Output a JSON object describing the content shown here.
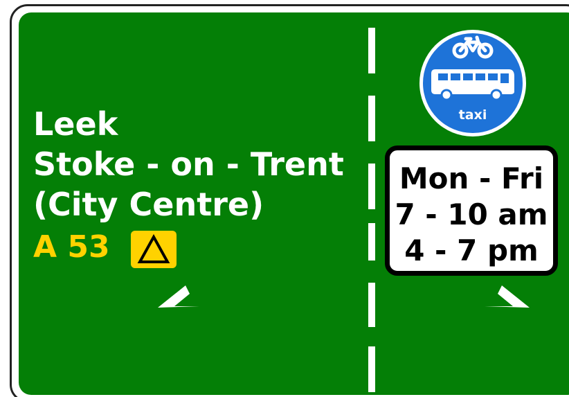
{
  "sign": {
    "destinations": [
      "Leek",
      "Stoke - on - Trent",
      "(City Centre)"
    ],
    "route": "A 53",
    "route_symbol": "triangle-warning-icon",
    "lane_symbols": [
      "bicycle-icon",
      "bus-icon"
    ],
    "lane_label": "taxi",
    "times": [
      "Mon - Fri",
      "7 - 10 am",
      "4 - 7 pm"
    ],
    "arrows": [
      "turn-left-arrow-icon",
      "turn-right-arrow-icon"
    ]
  },
  "colors": {
    "panel_green": "#047f06",
    "route_yellow": "#ffd200",
    "roundel_blue": "#1e73d8",
    "text_white": "#ffffff",
    "plate_black": "#000000"
  }
}
